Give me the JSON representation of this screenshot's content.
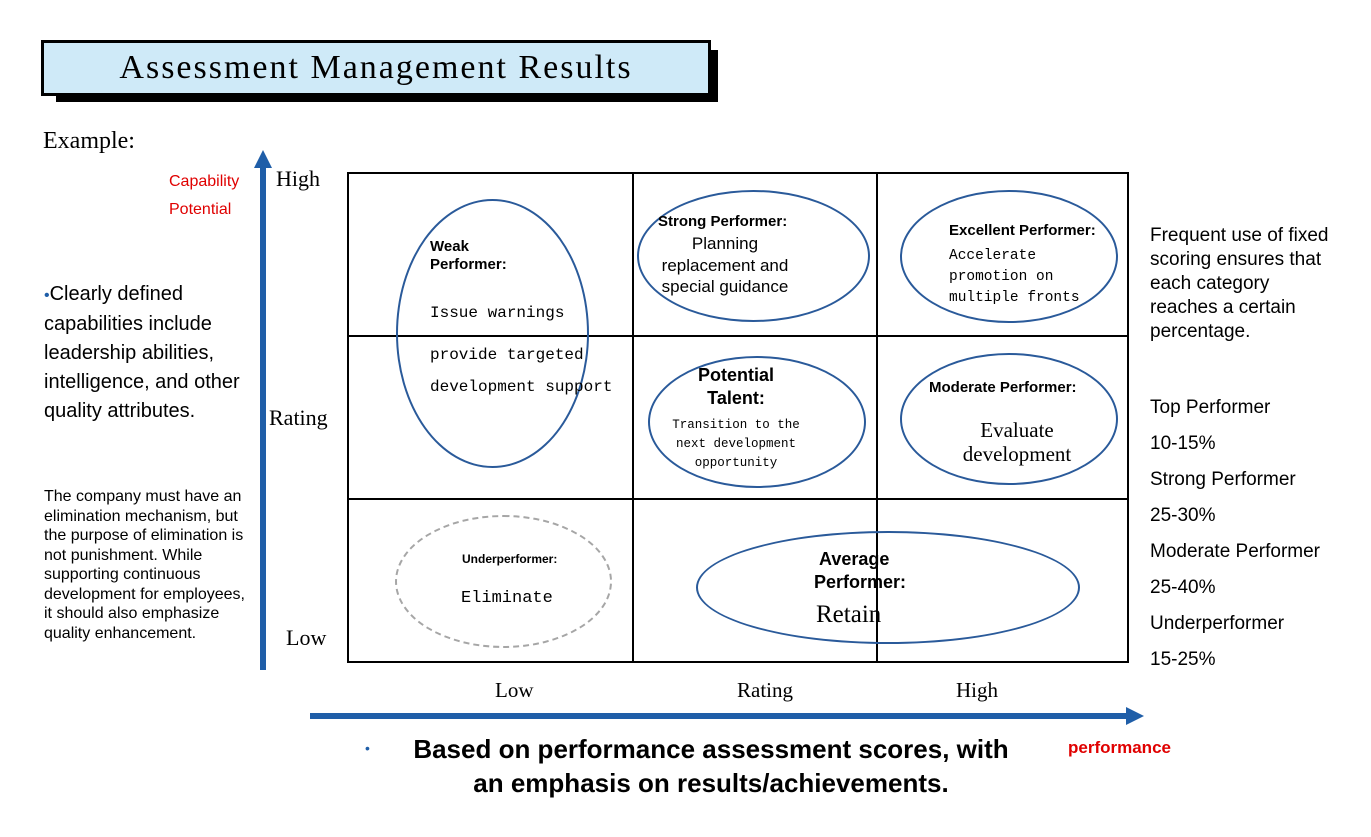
{
  "title": "Assessment Management Results",
  "example_label": "Example:",
  "y_axis": {
    "label_line1": "Capability",
    "label_line2": "Potential",
    "high": "High",
    "mid": "Rating",
    "low": "Low"
  },
  "x_axis": {
    "low": "Low",
    "mid": "Rating",
    "high": "High",
    "label": "performance"
  },
  "left_notes": {
    "bullet": "•",
    "capabilities": "Clearly defined capabilities include leadership abilities, intelligence, and other quality attributes.",
    "elimination": "The company must have an elimination mechanism, but the purpose of elimination is not punishment. While supporting continuous development for employees, it should also emphasize quality enhancement."
  },
  "cells": {
    "weak": {
      "title_line1": "Weak",
      "title_line2": "Performer:",
      "action1": "Issue warnings",
      "action2": "provide targeted",
      "action3": "development support"
    },
    "strong": {
      "title": "Strong Performer:",
      "line1": "Planning",
      "line2": "replacement and",
      "line3": "special guidance"
    },
    "excellent": {
      "title": "Excellent Performer:",
      "line1": "Accelerate",
      "line2": "promotion on",
      "line3": "multiple fronts"
    },
    "potential": {
      "title_line1": "Potential",
      "title_line2": "Talent:",
      "line1": "Transition to the",
      "line2": "next development",
      "line3": "opportunity"
    },
    "moderate": {
      "title": "Moderate Performer:",
      "line1": "Evaluate",
      "line2": "development"
    },
    "under": {
      "title": "Underperformer:",
      "action": "Eliminate"
    },
    "average": {
      "title_line1": "Average",
      "title_line2": "Performer:",
      "action": "Retain"
    }
  },
  "right_panel": {
    "intro": "Frequent use of fixed scoring ensures that each category reaches a certain percentage.",
    "items": [
      {
        "name": "Top Performer",
        "pct": "10-15%"
      },
      {
        "name": "Strong Performer",
        "pct": "25-30%"
      },
      {
        "name": "Moderate Performer",
        "pct": "25-40%"
      },
      {
        "name": "Underperformer",
        "pct": "15-25%"
      }
    ]
  },
  "bottom": {
    "bullet": "•",
    "line1": "Based on performance assessment scores, with",
    "line2": "an emphasis on results/achievements."
  },
  "colors": {
    "axis_arrow": "#1f5ea8",
    "ellipse": "#2a5a9a",
    "dashed": "#a6a6a6",
    "red_label": "#e00000",
    "title_bg": "#cfeaf8"
  }
}
